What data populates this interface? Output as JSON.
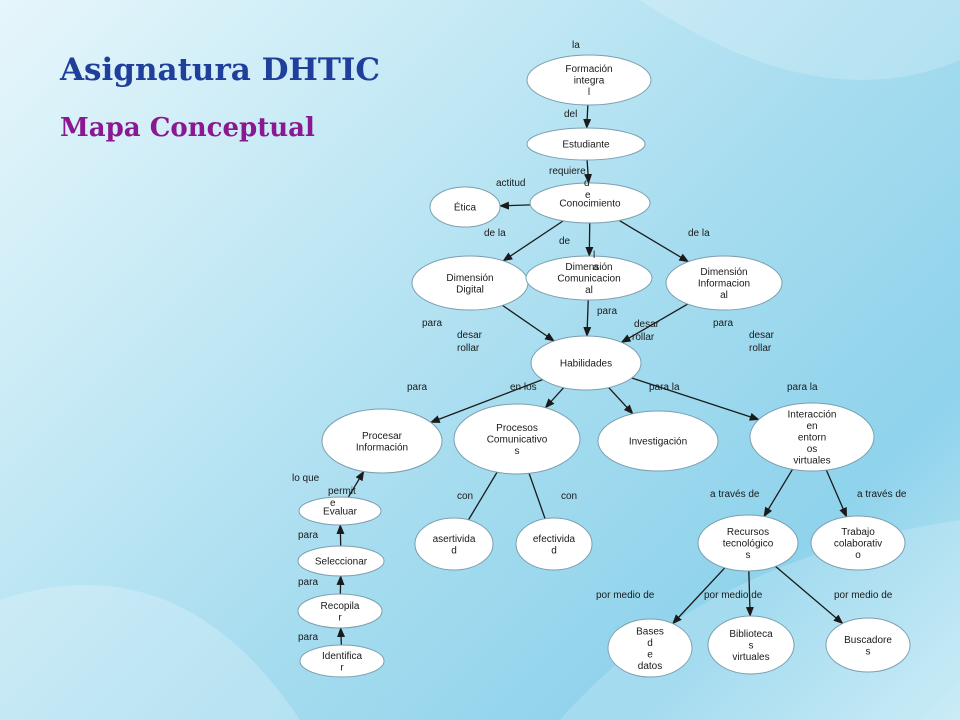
{
  "slide": {
    "title": "Asignatura DHTIC",
    "subtitle": "Mapa Conceptual",
    "title_color": "#1f3f9a",
    "subtitle_color": "#8a1890"
  },
  "colors": {
    "node_fill": "#ffffff",
    "node_stroke": "#7a9fb0",
    "edge": "#1a1a1a"
  },
  "nodes": [
    {
      "id": "formacion",
      "lines": [
        "Formación",
        "integra",
        "l"
      ]
    },
    {
      "id": "estudiante",
      "lines": [
        "Estudiante"
      ]
    },
    {
      "id": "conocimiento",
      "lines": [
        "Conocimiento"
      ]
    },
    {
      "id": "etica",
      "lines": [
        "Ética"
      ]
    },
    {
      "id": "dim-digital",
      "lines": [
        "Dimensión",
        "Digital"
      ]
    },
    {
      "id": "dim-comunicacional",
      "lines": [
        "Dimensión",
        "Comunicacion",
        "al"
      ]
    },
    {
      "id": "dim-informacional",
      "lines": [
        "Dimensión",
        "Informacion",
        "al"
      ]
    },
    {
      "id": "habilidades",
      "lines": [
        "Habilidades"
      ]
    },
    {
      "id": "procesar",
      "lines": [
        "Procesar",
        "Información"
      ]
    },
    {
      "id": "procesos",
      "lines": [
        "Procesos",
        "Comunicativo",
        "s"
      ]
    },
    {
      "id": "investigacion",
      "lines": [
        "Investigación"
      ]
    },
    {
      "id": "interaccion",
      "lines": [
        "Interacción",
        "en",
        "entorn",
        "os",
        "virtuales"
      ]
    },
    {
      "id": "evaluar",
      "lines": [
        "Evaluar"
      ]
    },
    {
      "id": "seleccionar",
      "lines": [
        "Seleccionar"
      ]
    },
    {
      "id": "recopilar",
      "lines": [
        "Recopila",
        "r"
      ]
    },
    {
      "id": "identificar",
      "lines": [
        "Identifica",
        "r"
      ]
    },
    {
      "id": "asertividad",
      "lines": [
        "asertivida",
        "d"
      ]
    },
    {
      "id": "efectividad",
      "lines": [
        "efectivida",
        "d"
      ]
    },
    {
      "id": "recursos",
      "lines": [
        "Recursos",
        "tecnológico",
        "s"
      ]
    },
    {
      "id": "trabajo",
      "lines": [
        "Trabajo",
        "colaborativ",
        "o"
      ]
    },
    {
      "id": "bases",
      "lines": [
        "Bases",
        "d",
        "e",
        "datos"
      ]
    },
    {
      "id": "bibliotecas",
      "lines": [
        "Biblioteca",
        "s",
        "virtuales"
      ]
    },
    {
      "id": "buscadores",
      "lines": [
        "Buscadore",
        "s"
      ]
    }
  ],
  "edges": [
    {
      "from": "formacion",
      "to": "estudiante",
      "arrow": true
    },
    {
      "from": "estudiante",
      "to": "conocimiento",
      "arrow": true
    },
    {
      "from": "conocimiento",
      "to": "etica",
      "arrow": true
    },
    {
      "from": "conocimiento",
      "to": "dim-digital",
      "arrow": true
    },
    {
      "from": "conocimiento",
      "to": "dim-comunicacional",
      "arrow": true
    },
    {
      "from": "conocimiento",
      "to": "dim-informacional",
      "arrow": true
    },
    {
      "from": "dim-digital",
      "to": "habilidades",
      "arrow": true
    },
    {
      "from": "dim-comunicacional",
      "to": "habilidades",
      "arrow": true
    },
    {
      "from": "dim-informacional",
      "to": "habilidades",
      "arrow": true
    },
    {
      "from": "habilidades",
      "to": "procesar",
      "arrow": true
    },
    {
      "from": "habilidades",
      "to": "procesos",
      "arrow": true
    },
    {
      "from": "habilidades",
      "to": "investigacion",
      "arrow": true
    },
    {
      "from": "habilidades",
      "to": "interaccion",
      "arrow": true
    },
    {
      "from": "procesos",
      "to": "asertividad",
      "arrow": false
    },
    {
      "from": "procesos",
      "to": "efectividad",
      "arrow": false
    },
    {
      "from": "interaccion",
      "to": "recursos",
      "arrow": true
    },
    {
      "from": "interaccion",
      "to": "trabajo",
      "arrow": true
    },
    {
      "from": "recursos",
      "to": "bases",
      "arrow": true
    },
    {
      "from": "recursos",
      "to": "bibliotecas",
      "arrow": true
    },
    {
      "from": "recursos",
      "to": "buscadores",
      "arrow": true
    },
    {
      "from": "identificar",
      "to": "recopilar",
      "arrow": true
    },
    {
      "from": "recopilar",
      "to": "seleccionar",
      "arrow": true
    },
    {
      "from": "seleccionar",
      "to": "evaluar",
      "arrow": true
    },
    {
      "from": "evaluar",
      "to": "procesar",
      "arrow": true
    }
  ],
  "link_labels": [
    {
      "id": "l-la",
      "text": "la"
    },
    {
      "id": "l-del",
      "text": "del"
    },
    {
      "id": "l-requiere-1",
      "text": "requiere"
    },
    {
      "id": "l-requiere-2",
      "text": "d"
    },
    {
      "id": "l-requiere-3",
      "text": "e"
    },
    {
      "id": "l-actitud",
      "text": "actitud"
    },
    {
      "id": "l-de-la-left",
      "text": "de la"
    },
    {
      "id": "l-de",
      "text": "de"
    },
    {
      "id": "l-de-la-mid-1",
      "text": "l"
    },
    {
      "id": "l-de-la-mid-2",
      "text": "a"
    },
    {
      "id": "l-de-la-right",
      "text": "de la"
    },
    {
      "id": "l-para-dd",
      "text": "para"
    },
    {
      "id": "l-desar-dd-1",
      "text": "desar"
    },
    {
      "id": "l-desar-dd-2",
      "text": "rollar"
    },
    {
      "id": "l-para-dc",
      "text": "para"
    },
    {
      "id": "l-desar-dc-1",
      "text": "desar"
    },
    {
      "id": "l-desar-dc-2",
      "text": "rollar"
    },
    {
      "id": "l-para-di",
      "text": "para"
    },
    {
      "id": "l-desar-di-1",
      "text": "desar"
    },
    {
      "id": "l-desar-di-2",
      "text": "rollar"
    },
    {
      "id": "l-para-proc",
      "text": "para"
    },
    {
      "id": "l-en-los",
      "text": "en los"
    },
    {
      "id": "l-para-la-inv",
      "text": "para la"
    },
    {
      "id": "l-para-la-int",
      "text": "para la"
    },
    {
      "id": "l-lo-que",
      "text": "lo que"
    },
    {
      "id": "l-permite-1",
      "text": "permit"
    },
    {
      "id": "l-permite-2",
      "text": "e"
    },
    {
      "id": "l-para-sel",
      "text": "para"
    },
    {
      "id": "l-para-rec",
      "text": "para"
    },
    {
      "id": "l-para-ide",
      "text": "para"
    },
    {
      "id": "l-con-1",
      "text": "con"
    },
    {
      "id": "l-con-2",
      "text": "con"
    },
    {
      "id": "l-a-traves-1",
      "text": "a través de"
    },
    {
      "id": "l-a-traves-2",
      "text": "a través de"
    },
    {
      "id": "l-por-medio-1",
      "text": "por medio de"
    },
    {
      "id": "l-por-medio-2",
      "text": "por medio de"
    },
    {
      "id": "l-por-medio-3",
      "text": "por medio de"
    }
  ]
}
